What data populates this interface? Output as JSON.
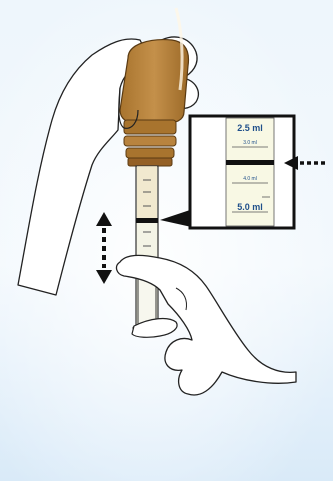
{
  "zoom_inset": {
    "top_label": "2.5 ml",
    "mark_upper": "3.0 ml",
    "mark_lower": "4.0 ml",
    "bottom_label": "5.0 ml"
  },
  "colors": {
    "background_top": "#f2f8fd",
    "background_bottom": "#d6e8f8",
    "bottle_amber": "#b8833e",
    "bottle_amber_dark": "#8f6128",
    "syringe_barrel": "#f5f5e8",
    "inset_fill": "#f8f8e4",
    "label_blue": "#1f4f8a",
    "arrow_black": "#111111"
  },
  "icons": [
    "bottle-icon",
    "syringe-icon",
    "hand-icon",
    "dashed-double-arrow-icon",
    "dashed-left-arrow-icon"
  ]
}
